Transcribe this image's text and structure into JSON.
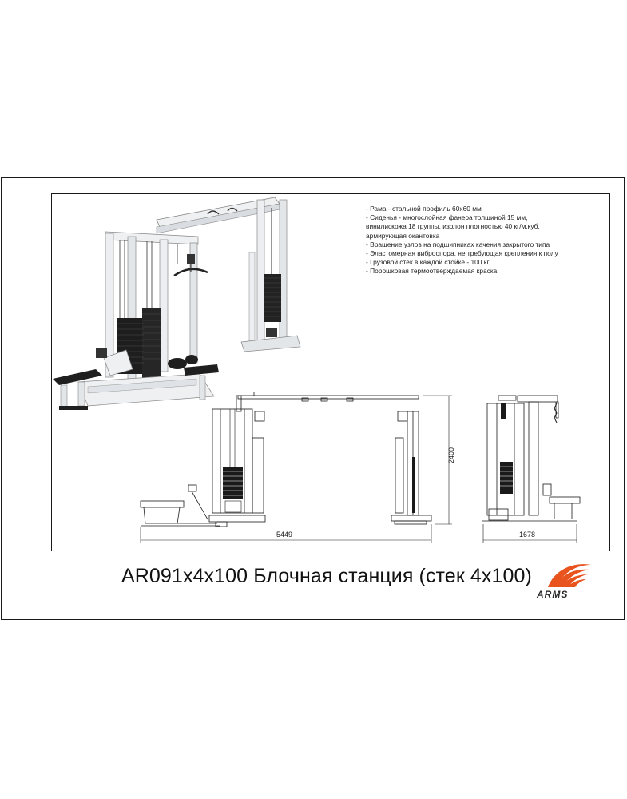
{
  "specs": [
    "- Рама - стальной профиль 60х60 мм",
    "- Сиденья - многослойная фанера толщиной 15 мм,",
    "  винилискожа 18 группы, изолон плотностью 40 кг/м.куб,",
    "  армирующая окантовка",
    "- Вращение узлов на подшипниках качения закрытого типа",
    "- Эластомерная виброопора, не требующая крепления к полу",
    "- Грузовой стек в каждой стойке - 100 кг",
    "- Порошковая термоотверждаемая краска"
  ],
  "dimensions": {
    "length": "5449",
    "height": "2400",
    "depth": "1678"
  },
  "title": "AR091х4х100 Блочная станция (стек 4х100)",
  "brand": {
    "name": "ARMS",
    "accent": "#e8531e"
  },
  "colors": {
    "frame": "#e9ebee",
    "stack": "#1f1f1f",
    "line": "#1a1a1a"
  }
}
